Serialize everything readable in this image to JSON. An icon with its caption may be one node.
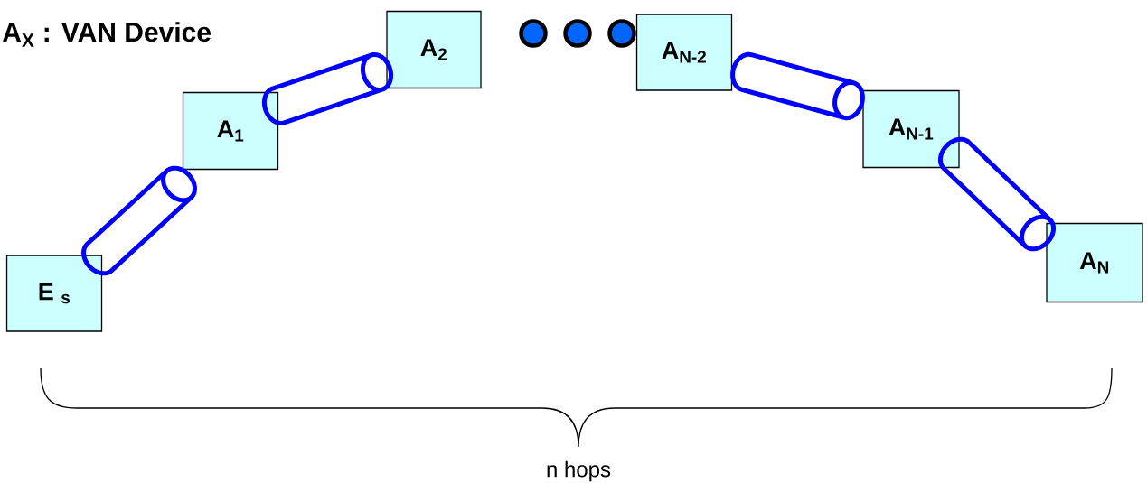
{
  "diagram": {
    "title": "A$_{X}$ : VAN Device",
    "nodes": [
      {
        "text": [
          "E $_{s}$"
        ]
      },
      {
        "text": [
          "A$_{1}$"
        ]
      },
      {
        "text": [
          "A$_{2}$"
        ]
      },
      {
        "text": [],
        "shape": "circle"
      },
      {
        "text": [],
        "shape": "circle"
      },
      {
        "text": [],
        "shape": "circle"
      },
      {
        "text": [
          "A$_{N-2}$"
        ]
      },
      {
        "text": [
          "A$_{N-1}$"
        ]
      },
      {
        "text": [
          "A$_{N}$"
        ]
      }
    ],
    "edges": [
      {
        "from": 0,
        "to": 1,
        "arrow": "none"
      },
      {
        "from": 1,
        "to": 2,
        "arrow": "none"
      },
      {
        "from": 6,
        "to": 7,
        "arrow": "none"
      },
      {
        "from": 7,
        "to": 8,
        "arrow": "none"
      }
    ],
    "labels": [
      "n hops"
    ]
  }
}
